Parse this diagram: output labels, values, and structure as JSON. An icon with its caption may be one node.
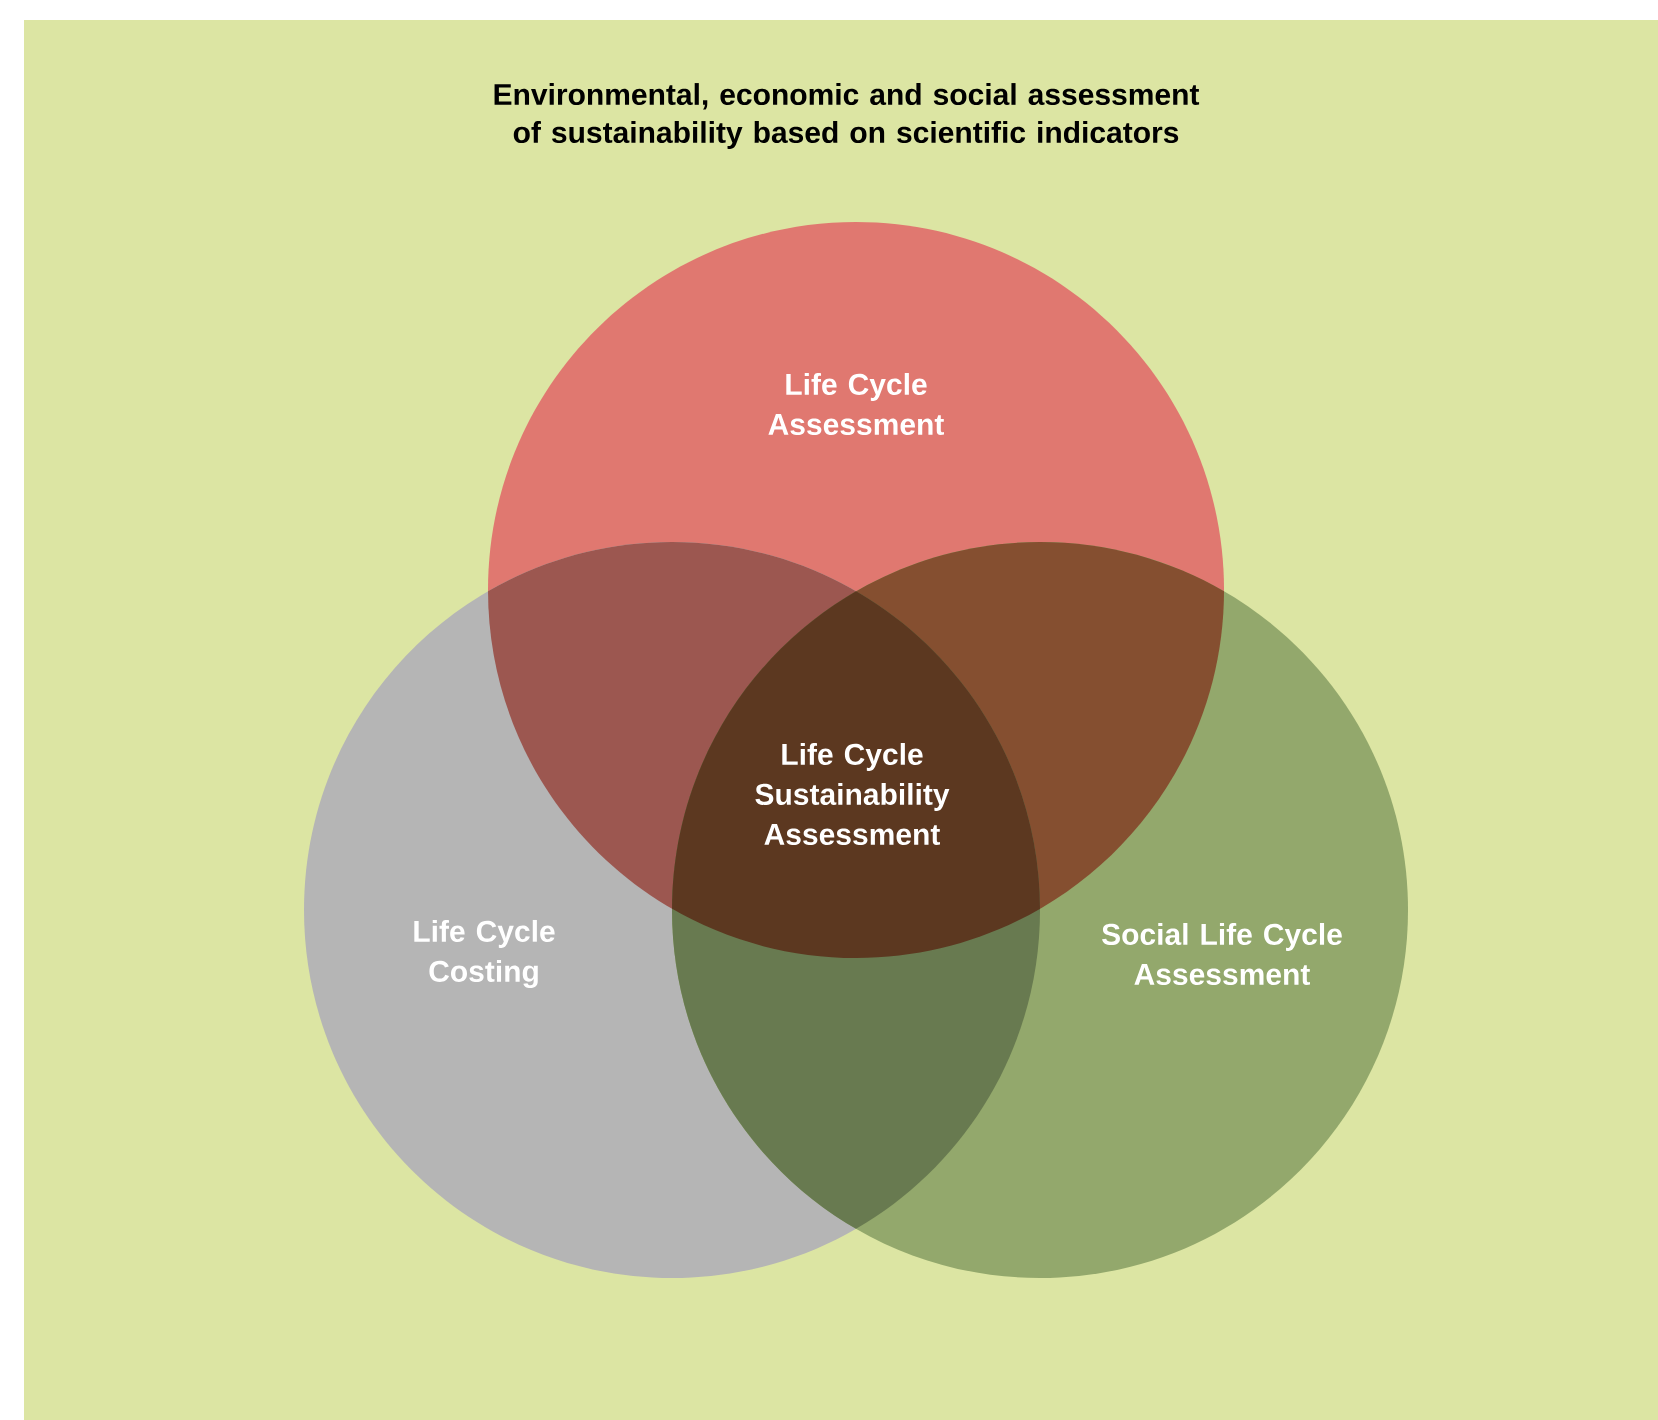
{
  "diagram": {
    "title": "Environmental, economic and social assessment of sustainability based on scientific indicators",
    "nodes": [
      {
        "text": [
          "Life Cycle Assessment"
        ]
      },
      {
        "text": [
          "Life Cycle Costing"
        ]
      },
      {
        "text": [
          "Social Life Cycle Assessment"
        ]
      },
      {
        "text": [
          "Life Cycle Sustainability Assessment"
        ]
      }
    ]
  }
}
